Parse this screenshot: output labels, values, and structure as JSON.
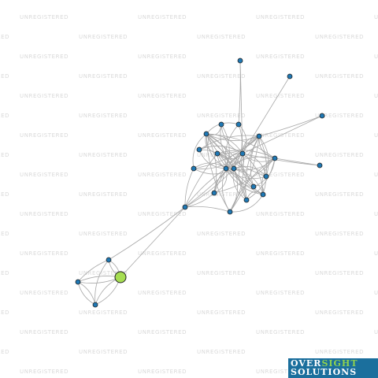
{
  "watermark": {
    "text": "UNREGISTERED"
  },
  "logo": {
    "word1": "OVER",
    "word2": "SIGHT",
    "word3": "SOLUTIONS"
  },
  "colors": {
    "background": "#ffffff",
    "edge": "#a8a8a8",
    "node_fill": "#1f78b4",
    "node_stroke": "#222222",
    "focus_node_fill": "#a6de52",
    "logo_background": "#1b6f9d",
    "logo_highlight": "#8fd14f",
    "watermark": "#d9d9d9"
  },
  "network": {
    "nodes": [
      {
        "id": "focus",
        "focus": true
      },
      {
        "id": "n1"
      },
      {
        "id": "n2"
      },
      {
        "id": "n3"
      },
      {
        "id": "hub"
      },
      {
        "id": "c0"
      },
      {
        "id": "c1"
      },
      {
        "id": "c2"
      },
      {
        "id": "c3"
      },
      {
        "id": "c4"
      },
      {
        "id": "c5"
      },
      {
        "id": "c6"
      },
      {
        "id": "c7"
      },
      {
        "id": "c8"
      },
      {
        "id": "c9"
      },
      {
        "id": "c10"
      },
      {
        "id": "c11"
      },
      {
        "id": "c12"
      },
      {
        "id": "c13"
      },
      {
        "id": "c14"
      },
      {
        "id": "c15"
      },
      {
        "id": "c16"
      },
      {
        "id": "o1"
      },
      {
        "id": "o2"
      },
      {
        "id": "o3"
      },
      {
        "id": "o4"
      }
    ]
  }
}
